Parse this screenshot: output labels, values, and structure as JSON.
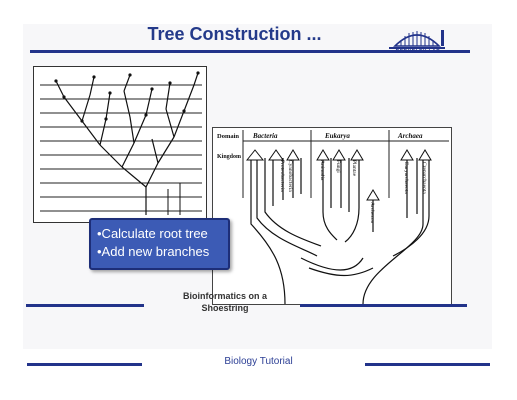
{
  "slide": {
    "title": "Tree Construction ...",
    "logo_text": "BERKELEY LAB",
    "callout_bullets": [
      "•Calculate root tree",
      "•Add new branches"
    ],
    "footer_line1": "Bioinformatics on a",
    "footer_line2": "Shoestring"
  },
  "tree_of_life": {
    "domain_label": "Domain",
    "kingdom_label": "Kingdom",
    "domains": [
      "Bacteria",
      "Eukarya",
      "Archaea"
    ],
    "groups": [
      "Proteobacteria",
      "Cyanobacteria",
      "Animalia",
      "Fungi",
      "Plantae",
      "Archezoa",
      "Euryarchaeota",
      "Crenarchaeota"
    ]
  },
  "page_footer": "Biology Tutorial",
  "colors": {
    "accent": "#22338a",
    "callout": "#3c5bb5"
  }
}
